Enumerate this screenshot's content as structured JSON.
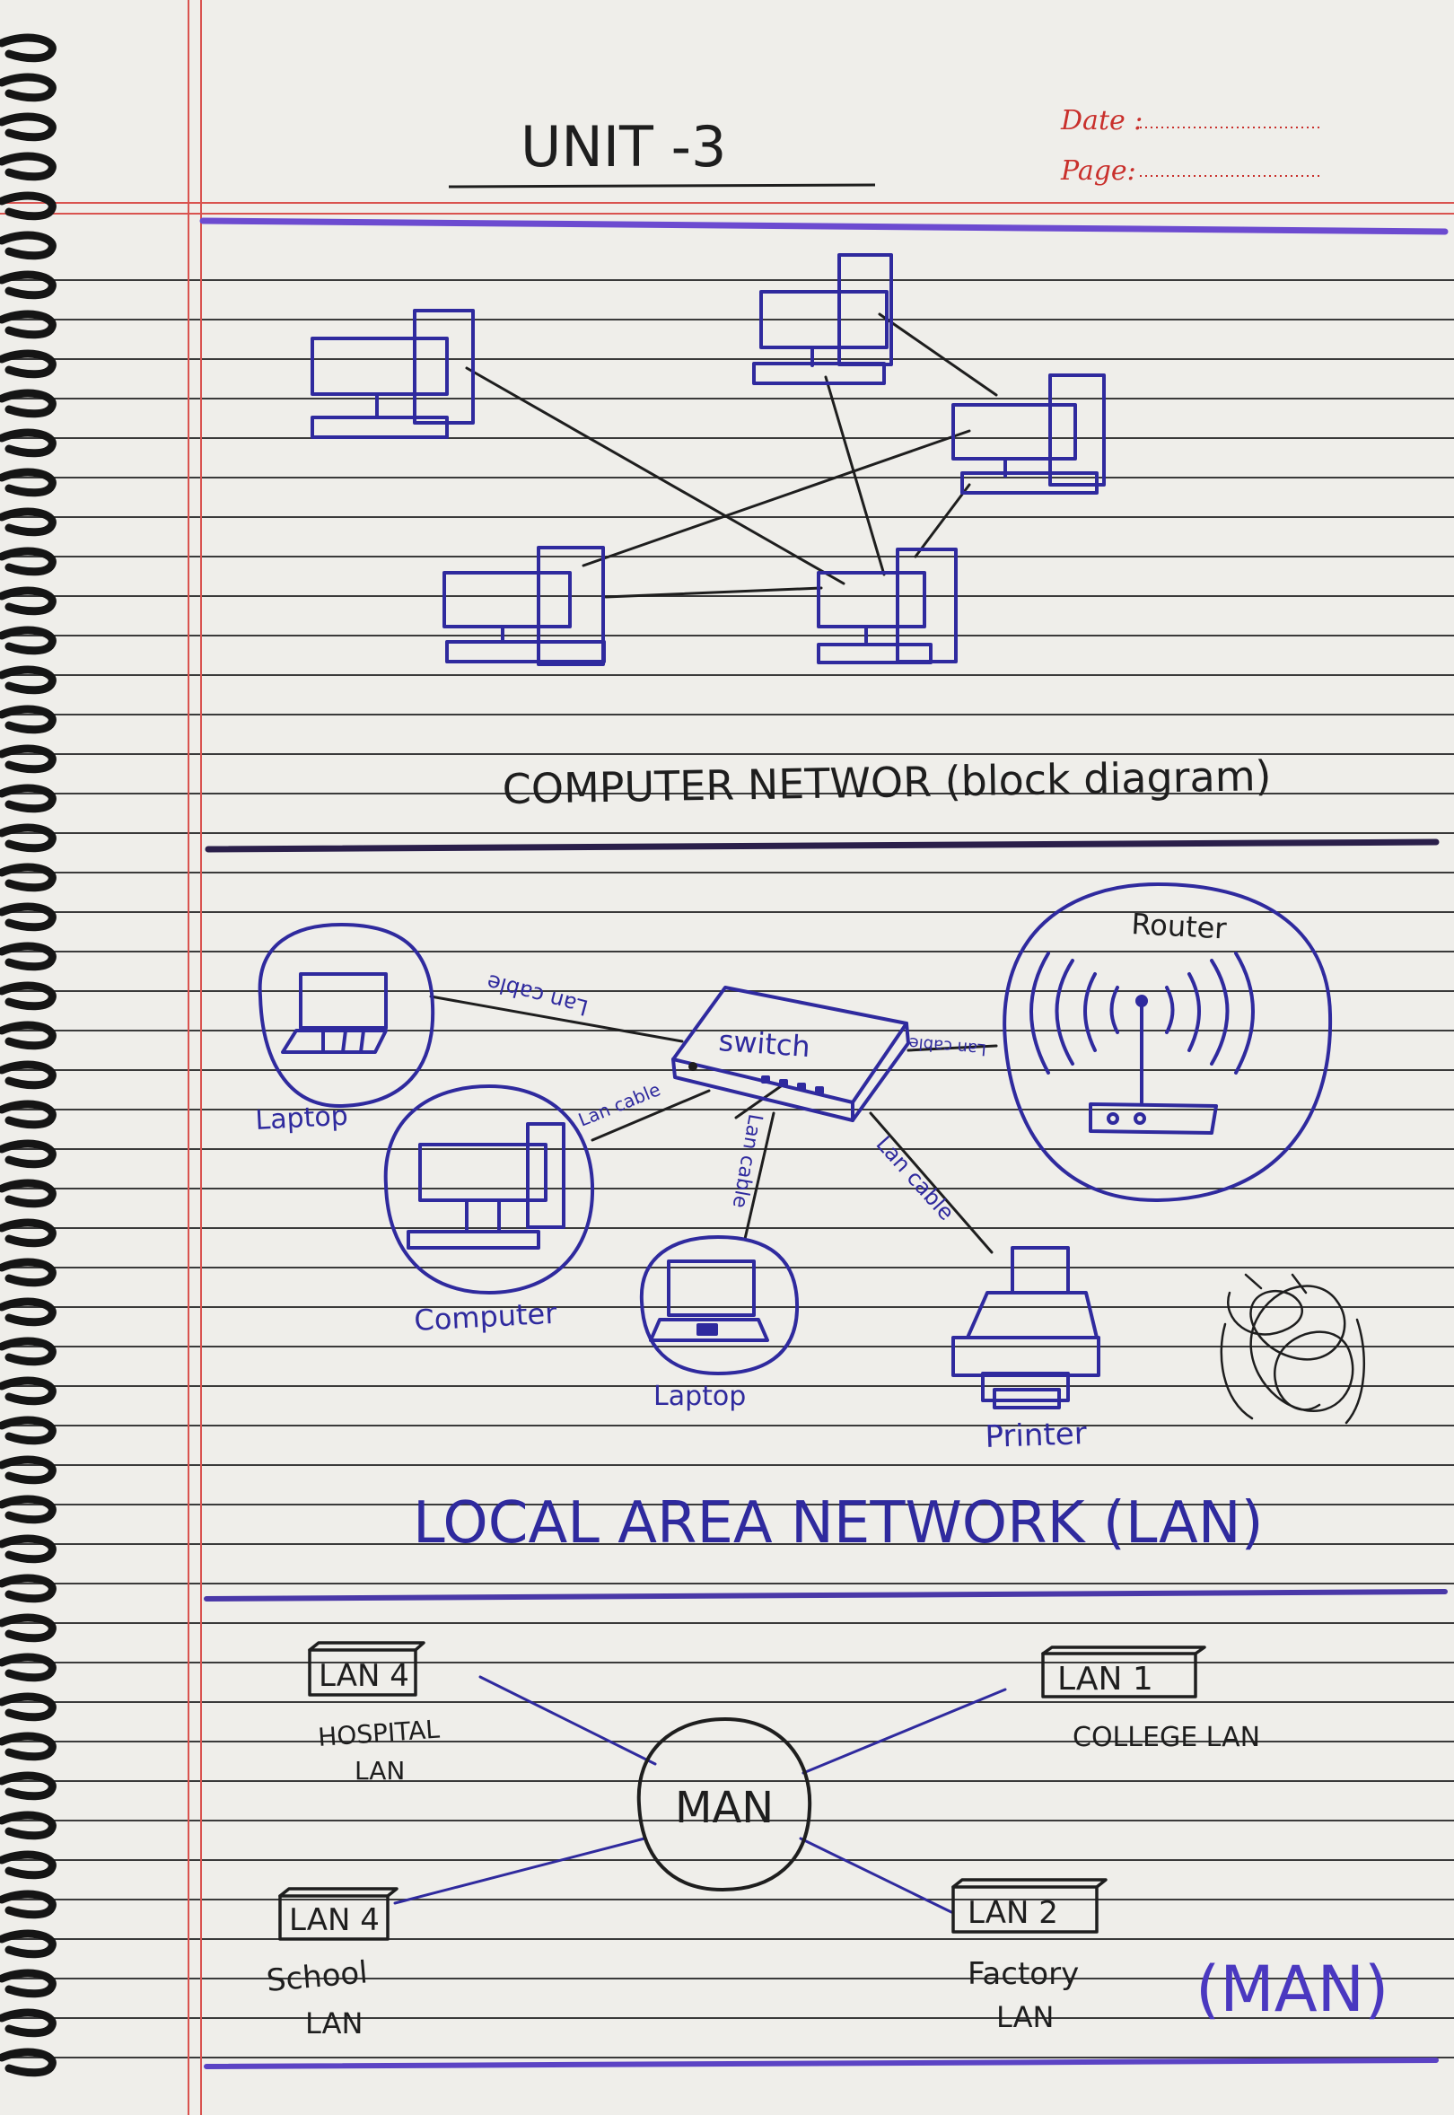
{
  "header": {
    "unit_title": "UNIT -3",
    "date_label": "Date :",
    "page_label": "Page:"
  },
  "section1": {
    "caption": "COMPUTER NETWOR (block diagram)"
  },
  "section2": {
    "switch_label": "switch",
    "router_label": "Router",
    "laptop_left_label": "Laptop",
    "computer_label": "Computer",
    "laptop_bottom_label": "Laptop",
    "printer_label": "Printer",
    "cable_label_1": "Lan cable",
    "cable_label_2": "Lan cable",
    "cable_label_3": "Lan cable",
    "cable_label_4": "Lan cable",
    "cable_label_5": "Lan cable",
    "caption": "LOCAL AREA NETWORK (LAN)"
  },
  "section3": {
    "center_label": "MAN",
    "lan_top_left": "LAN 4",
    "lan_top_left_sub1": "HOSPITAL",
    "lan_top_left_sub2": "LAN",
    "lan_top_right": "LAN 1",
    "lan_top_right_sub": "COLLEGE LAN",
    "lan_bottom_left": "LAN 4",
    "lan_bottom_left_sub1": "School",
    "lan_bottom_left_sub2": "LAN",
    "lan_bottom_right": "LAN 2",
    "lan_bottom_right_sub1": "Factory",
    "lan_bottom_right_sub2": "LAN",
    "caption": "(MAN)"
  },
  "colors": {
    "paper": "#efeeea",
    "rule_line": "#2b2b2b",
    "margin_red": "#d9534f",
    "header_red": "#c9302c",
    "blue_ink": "#2f2a9e",
    "black_ink": "#1e1e1e",
    "violet_bar": "#6c4bd0"
  }
}
